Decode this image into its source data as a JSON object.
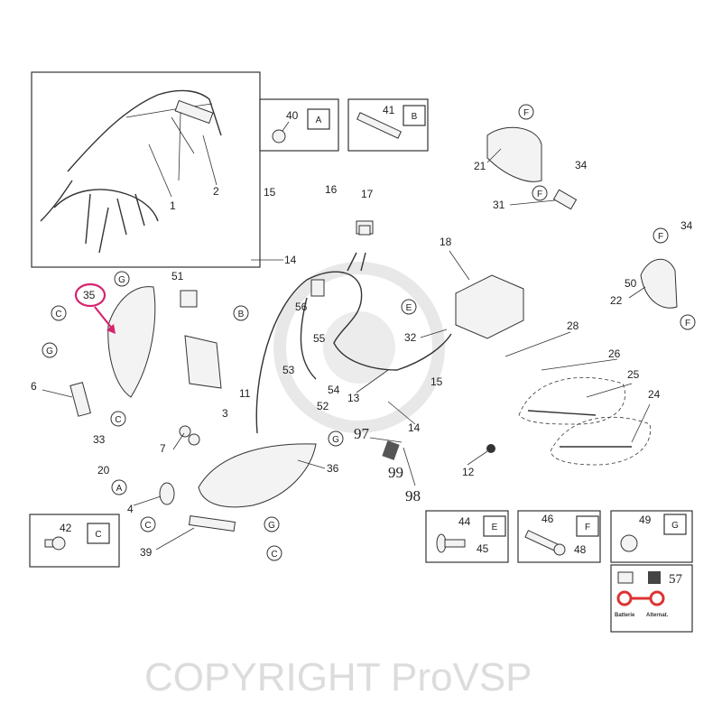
{
  "watermark": {
    "text": "COPYRIGHT ProVSP"
  },
  "highlight": {
    "label": "35",
    "color": "#d6246e"
  },
  "callouts": [
    "1",
    "2",
    "3",
    "4",
    "6",
    "7",
    "11",
    "12",
    "13",
    "14",
    "14",
    "15",
    "15",
    "16",
    "17",
    "18",
    "20",
    "21",
    "22",
    "24",
    "25",
    "26",
    "28",
    "31",
    "32",
    "33",
    "34",
    "34",
    "36",
    "39",
    "50",
    "51",
    "52",
    "53",
    "54",
    "55",
    "56"
  ],
  "boxes": {
    "A": {
      "letter": "A",
      "parts": [
        "40"
      ]
    },
    "B": {
      "letter": "B",
      "parts": [
        "41"
      ]
    },
    "C": {
      "letter": "C",
      "parts": [
        "42"
      ]
    },
    "E": {
      "letter": "E",
      "parts": [
        "44",
        "45"
      ]
    },
    "F": {
      "letter": "F",
      "parts": [
        "46",
        "48"
      ]
    },
    "G": {
      "letter": "G",
      "parts": [
        "49"
      ]
    }
  },
  "legend57": {
    "number": "57",
    "battery_label": "Batterie",
    "alternator_label": "Alternat."
  },
  "fastener_group": {
    "labels": [
      "97",
      "98",
      "99"
    ]
  },
  "letter_refs": [
    "G",
    "C",
    "G",
    "C",
    "B",
    "E",
    "F",
    "F",
    "F",
    "F",
    "G",
    "A",
    "C",
    "G",
    "C"
  ]
}
